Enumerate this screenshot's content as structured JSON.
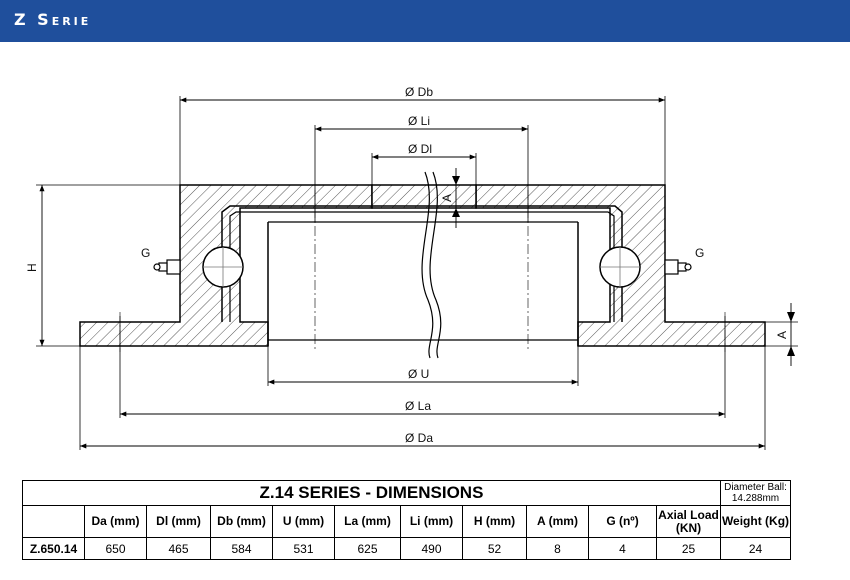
{
  "header": {
    "title": "Z Serie",
    "bg_color": "#1f4f9c"
  },
  "drawing": {
    "labels": {
      "db": "Ø Db",
      "li": "Ø Li",
      "dl": "Ø Dl",
      "u": "Ø U",
      "la": "Ø La",
      "da": "Ø Da",
      "h": "H",
      "a_top": "A",
      "a_right": "A",
      "g_left": "G",
      "g_right": "G"
    }
  },
  "table": {
    "title": "Z.14 SERIES - DIMENSIONS",
    "ball_note": "Diameter Ball: 14.288mm",
    "headers": [
      "Da (mm)",
      "Dl (mm)",
      "Db (mm)",
      "U (mm)",
      "La (mm)",
      "Li (mm)",
      "H (mm)",
      "A (mm)",
      "G (nº)",
      "Axial Load (KN)",
      "Weight (Kg)"
    ],
    "row": {
      "model": "Z.650.14",
      "values": [
        "650",
        "465",
        "584",
        "531",
        "625",
        "490",
        "52",
        "8",
        "4",
        "25",
        "24"
      ]
    }
  }
}
